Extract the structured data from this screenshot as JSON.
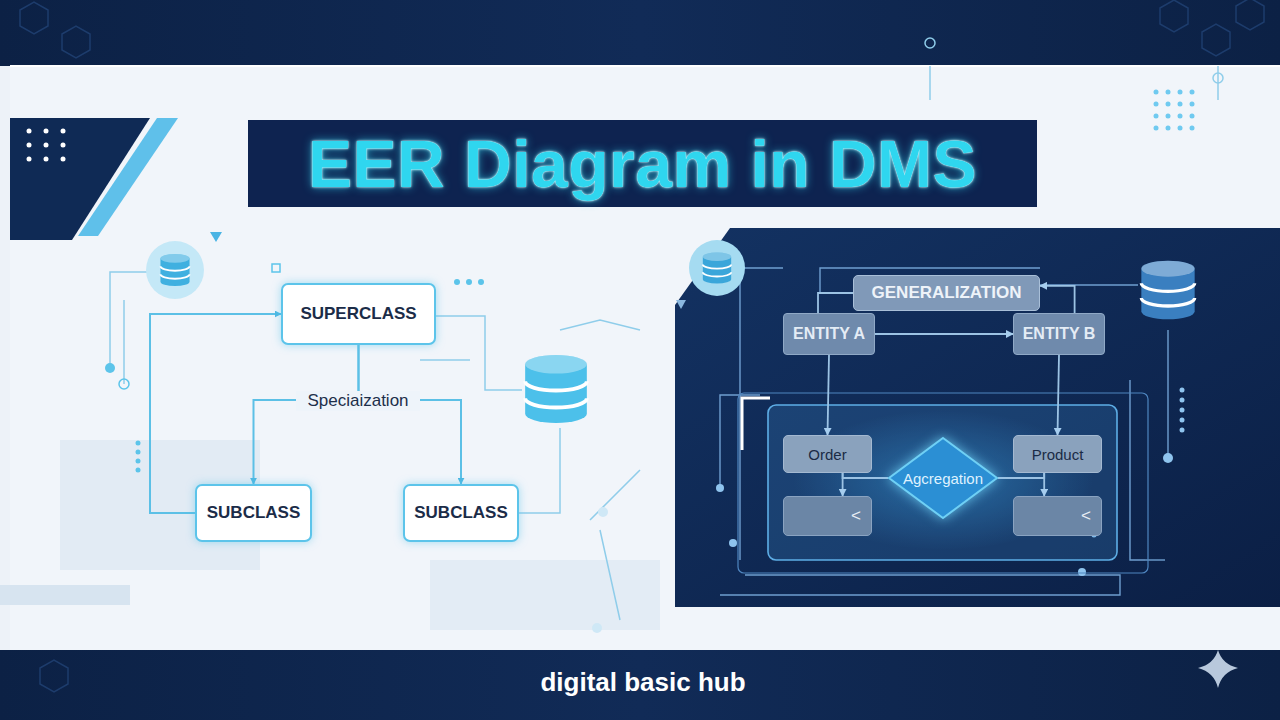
{
  "diagram": {
    "title": "EER Diagram in DMS",
    "caption": "digital basic hub",
    "nodes": [
      {
        "text": [
          "SUPERCLASS"
        ]
      },
      {
        "text": [
          "SUBCLASS"
        ]
      },
      {
        "text": [
          "SUBCLASS"
        ]
      },
      {
        "text": [
          "GENERALIZATION"
        ]
      },
      {
        "text": [
          "ENTITY A"
        ]
      },
      {
        "text": [
          "ENTITY B"
        ]
      },
      {
        "text": [
          "Order"
        ]
      },
      {
        "text": [
          "Agcregation"
        ]
      },
      {
        "text": [
          "Product"
        ]
      },
      {
        "text": [
          "<"
        ]
      },
      {
        "text": [
          "<"
        ]
      }
    ],
    "edges": [
      {
        "from": 0,
        "to": 1,
        "arrow": "to"
      },
      {
        "from": 0,
        "to": 2,
        "arrow": "to"
      },
      {
        "from": 1,
        "to": 0,
        "arrow": "to"
      },
      {
        "from": 4,
        "to": 3,
        "arrow": "none"
      },
      {
        "from": 5,
        "to": 3,
        "arrow": "to"
      },
      {
        "from": 4,
        "to": 5,
        "arrow": "to"
      },
      {
        "from": 4,
        "to": 6,
        "arrow": "to"
      },
      {
        "from": 5,
        "to": 8,
        "arrow": "to"
      },
      {
        "from": 6,
        "to": 9,
        "arrow": "to"
      },
      {
        "from": 8,
        "to": 10,
        "arrow": "to"
      },
      {
        "from": 6,
        "to": 7,
        "arrow": "none"
      },
      {
        "from": 8,
        "to": 7,
        "arrow": "none"
      }
    ],
    "labels": [
      "Speciaization"
    ]
  }
}
